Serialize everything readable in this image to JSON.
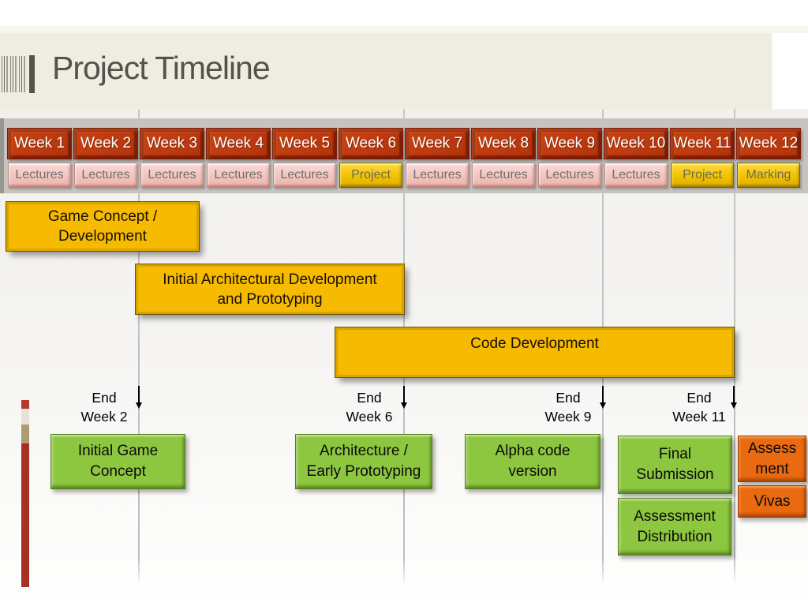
{
  "slide_title": "Project Timeline",
  "colors": {
    "header_band": "#EFECE2",
    "title_text": "#55514B",
    "week_header": "#BE3A10",
    "lectures_pink": "#F4C6C1",
    "project_gold": "#F2C400",
    "task_bar": "#F6BA00",
    "task_bar_border": "#D9A300",
    "milestone_green": "#8DC63F",
    "milestone_orange": "#E96A10",
    "accent_dark_red": "#A63022"
  },
  "weeks": [
    {
      "label": "Week 1",
      "activity": "Lectures",
      "activity_type": "lectures"
    },
    {
      "label": "Week 2",
      "activity": "Lectures",
      "activity_type": "lectures"
    },
    {
      "label": "Week 3",
      "activity": "Lectures",
      "activity_type": "lectures"
    },
    {
      "label": "Week 4",
      "activity": "Lectures",
      "activity_type": "lectures"
    },
    {
      "label": "Week 5",
      "activity": "Lectures",
      "activity_type": "lectures"
    },
    {
      "label": "Week 6",
      "activity": "Project",
      "activity_type": "project"
    },
    {
      "label": "Week 7",
      "activity": "Lectures",
      "activity_type": "lectures"
    },
    {
      "label": "Week 8",
      "activity": "Lectures",
      "activity_type": "lectures"
    },
    {
      "label": "Week 9",
      "activity": "Lectures",
      "activity_type": "lectures"
    },
    {
      "label": "Week 10",
      "activity": "Lectures",
      "activity_type": "lectures"
    },
    {
      "label": "Week 11",
      "activity": "Project",
      "activity_type": "project"
    },
    {
      "label": "Week 12",
      "activity": "Marking",
      "activity_type": "marking"
    }
  ],
  "task_bars": [
    {
      "name": "game-concept-development",
      "text": "Game Concept /\nDevelopment",
      "weeks": "1-3"
    },
    {
      "name": "initial-architecture-prototyping",
      "text": "Initial Architectural Development\nand Prototyping",
      "weeks": "3-6"
    },
    {
      "name": "code-development",
      "text": "Code Development",
      "weeks": "6-11"
    }
  ],
  "end_markers": [
    {
      "name": "end-week-2",
      "text": "End\nWeek 2",
      "week": 2
    },
    {
      "name": "end-week-6",
      "text": "End\nWeek 6",
      "week": 6
    },
    {
      "name": "end-week-9",
      "text": "End\nWeek 9",
      "week": 9
    },
    {
      "name": "end-week-11",
      "text": "End\nWeek 11",
      "week": 11
    }
  ],
  "milestones": [
    {
      "name": "initial-game-concept",
      "text": "Initial Game\nConcept",
      "color": "green",
      "at_end_of_week": 2
    },
    {
      "name": "architecture-prototyping",
      "text": "Architecture /\nEarly Prototyping",
      "color": "green",
      "at_end_of_week": 6
    },
    {
      "name": "alpha-code-version",
      "text": "Alpha code\nversion",
      "color": "green",
      "at_end_of_week": 9
    },
    {
      "name": "final-submission",
      "text": "Final\nSubmission",
      "color": "green",
      "at_end_of_week": 11
    },
    {
      "name": "assessment-distribution",
      "text": "Assessment\nDistribution",
      "color": "green",
      "at_end_of_week": 11
    },
    {
      "name": "assessment",
      "text": "Assess\nment",
      "color": "orange",
      "at_week": 12
    },
    {
      "name": "vivas",
      "text": "Vivas",
      "color": "orange",
      "at_week": 12
    }
  ]
}
